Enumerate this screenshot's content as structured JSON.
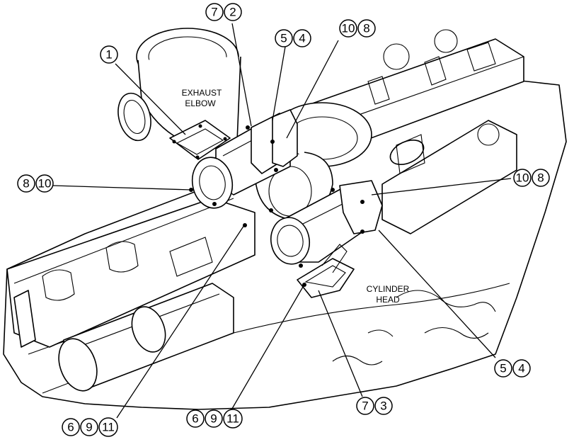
{
  "labels": {
    "exhaust_elbow_line1": "EXHAUST",
    "exhaust_elbow_line2": "ELBOW",
    "cylinder_head_line1": "CYLINDER",
    "cylinder_head_line2": "HEAD"
  },
  "callouts": [
    {
      "id": "c-7-2",
      "numbers": [
        "7",
        "2"
      ]
    },
    {
      "id": "c-5-4-top",
      "numbers": [
        "5",
        "4"
      ]
    },
    {
      "id": "c-10-8-top",
      "numbers": [
        "10",
        "8"
      ]
    },
    {
      "id": "c-1",
      "numbers": [
        "1"
      ]
    },
    {
      "id": "c-8-10-left",
      "numbers": [
        "8",
        "10"
      ]
    },
    {
      "id": "c-10-8-right",
      "numbers": [
        "10",
        "8"
      ]
    },
    {
      "id": "c-5-4-right",
      "numbers": [
        "5",
        "4"
      ]
    },
    {
      "id": "c-7-3",
      "numbers": [
        "7",
        "3"
      ]
    },
    {
      "id": "c-6-9-11-left",
      "numbers": [
        "6",
        "9",
        "11"
      ]
    },
    {
      "id": "c-6-9-11-mid",
      "numbers": [
        "6",
        "9",
        "11"
      ]
    }
  ]
}
